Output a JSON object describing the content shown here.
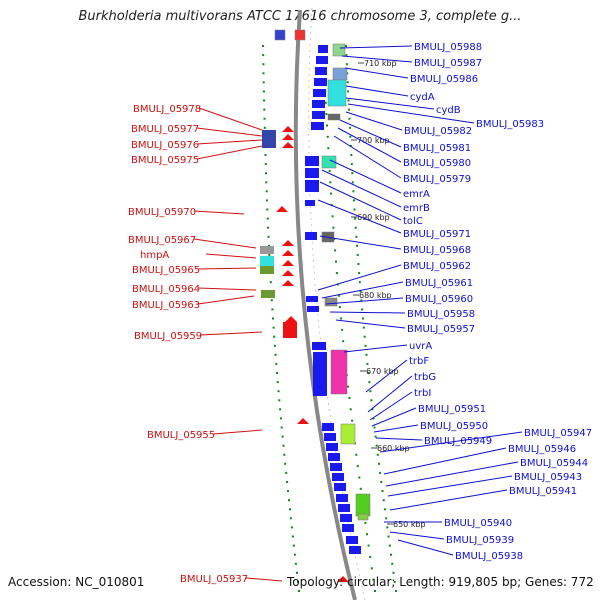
{
  "title": "Burkholderia multivorans ATCC 17616 chromosome 3, complete g...",
  "footer": {
    "accession": "Accession: NC_010801",
    "topology": "Topology: circular; Length: 919,805 bp; Genes: 772"
  },
  "colors": {
    "forward_label": "#1010cc",
    "reverse_label": "#cc1111",
    "forward_gene": "#1a1aee",
    "reverse_gene": "#ee1111",
    "backbone": "#888888",
    "gc_ticks": "#118811",
    "ruler_text": "#222222"
  },
  "ruler_labels": [
    "710 kbp",
    "700 kbp",
    "690 kbp",
    "680 kbp",
    "670 kbp",
    "660 kbp",
    "650 kbp"
  ],
  "forward_labels": [
    "BMULJ_05988",
    "BMULJ_05987",
    "BMULJ_05986",
    "cydA",
    "cydB",
    "BMULJ_05983",
    "BMULJ_05982",
    "BMULJ_05981",
    "BMULJ_05980",
    "BMULJ_05979",
    "emrA",
    "emrB",
    "tolC",
    "BMULJ_05971",
    "BMULJ_05968",
    "BMULJ_05962",
    "BMULJ_05961",
    "BMULJ_05960",
    "BMULJ_05958",
    "BMULJ_05957",
    "uvrA",
    "trbF",
    "trbG",
    "trbI",
    "BMULJ_05951",
    "BMULJ_05950",
    "BMULJ_05949",
    "BMULJ_05947",
    "BMULJ_05946",
    "BMULJ_05944",
    "BMULJ_05943",
    "BMULJ_05941",
    "BMULJ_05940",
    "BMULJ_05939",
    "BMULJ_05938"
  ],
  "reverse_labels": [
    "BMULJ_05978",
    "BMULJ_05977",
    "BMULJ_05976",
    "BMULJ_05975",
    "BMULJ_05970",
    "BMULJ_05967",
    "hmpA",
    "BMULJ_05965",
    "BMULJ_05964",
    "BMULJ_05963",
    "BMULJ_05959",
    "BMULJ_05955",
    "BMULJ_05937"
  ]
}
